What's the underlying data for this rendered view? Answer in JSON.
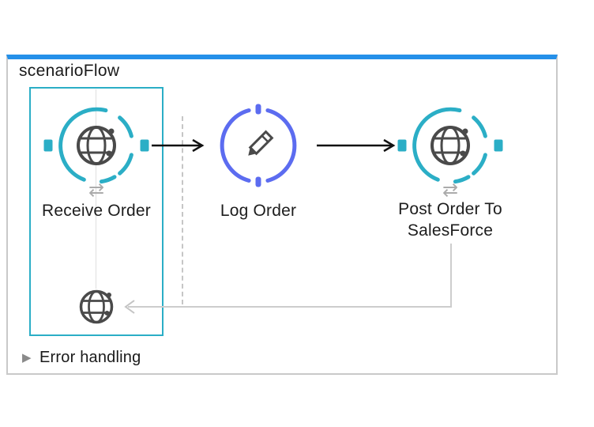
{
  "flow": {
    "title": "scenarioFlow",
    "error_handling_label": "Error handling",
    "nodes": [
      {
        "label": "Receive Order",
        "type": "http-listener",
        "icon": "globe-icon"
      },
      {
        "label": "Log Order",
        "type": "logger",
        "icon": "pencil-icon"
      },
      {
        "label": "Post Order To SalesForce",
        "type": "http-request",
        "icon": "globe-icon"
      }
    ]
  },
  "icons": {
    "swap_char": "⇄",
    "expander_collapsed_char": "▶"
  },
  "colors": {
    "flow_top_bar": "#2590E9",
    "http_teal": "#2BAEC6",
    "logger_purple": "#5C6CF0",
    "selection_teal": "#2BAEC6",
    "icon_dark_gray": "#4A4A4A",
    "connector_gray": "#CDCDCD",
    "arrow_black": "#111111",
    "container_border": "#C9C9C9"
  }
}
